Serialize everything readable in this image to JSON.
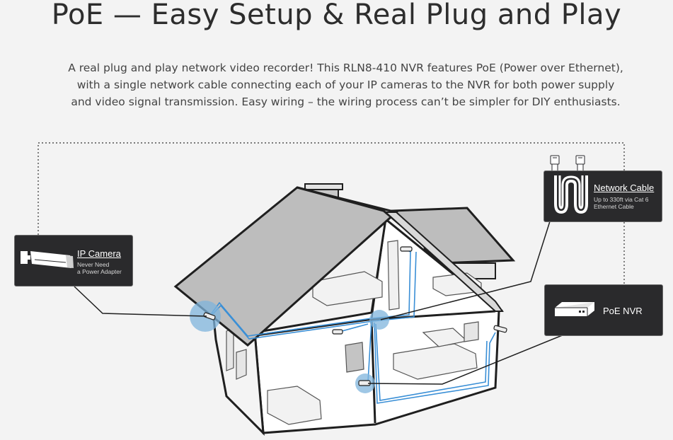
{
  "header": {
    "title": "PoE — Easy Setup & Real Plug and Play",
    "description": "A real plug and play network video recorder! This RLN8-410 NVR features PoE (Power over Ethernet), with a single network cable connecting each of your IP cameras to the NVR for both power supply and video signal transmission. Easy wiring – the wiring process can’t be simpler for DIY enthusiasts."
  },
  "callouts": {
    "ip_camera": {
      "name": "IP Camera",
      "line1": "Never Need",
      "line2": "a Power Adapter",
      "icon": "camera-icon"
    },
    "network_cable": {
      "name": "Network Cable",
      "line1": "Up to 330ft via Cat 6",
      "line2": "Ethernet Cable",
      "icon": "cable-icon"
    },
    "nvr": {
      "name": "PoE NVR",
      "icon": "nvr-icon"
    }
  },
  "colors": {
    "cable": "#3a8fd6",
    "highlight": "#7fb4dc",
    "card": "#2a2a2c",
    "outline": "#1f1f1f"
  }
}
